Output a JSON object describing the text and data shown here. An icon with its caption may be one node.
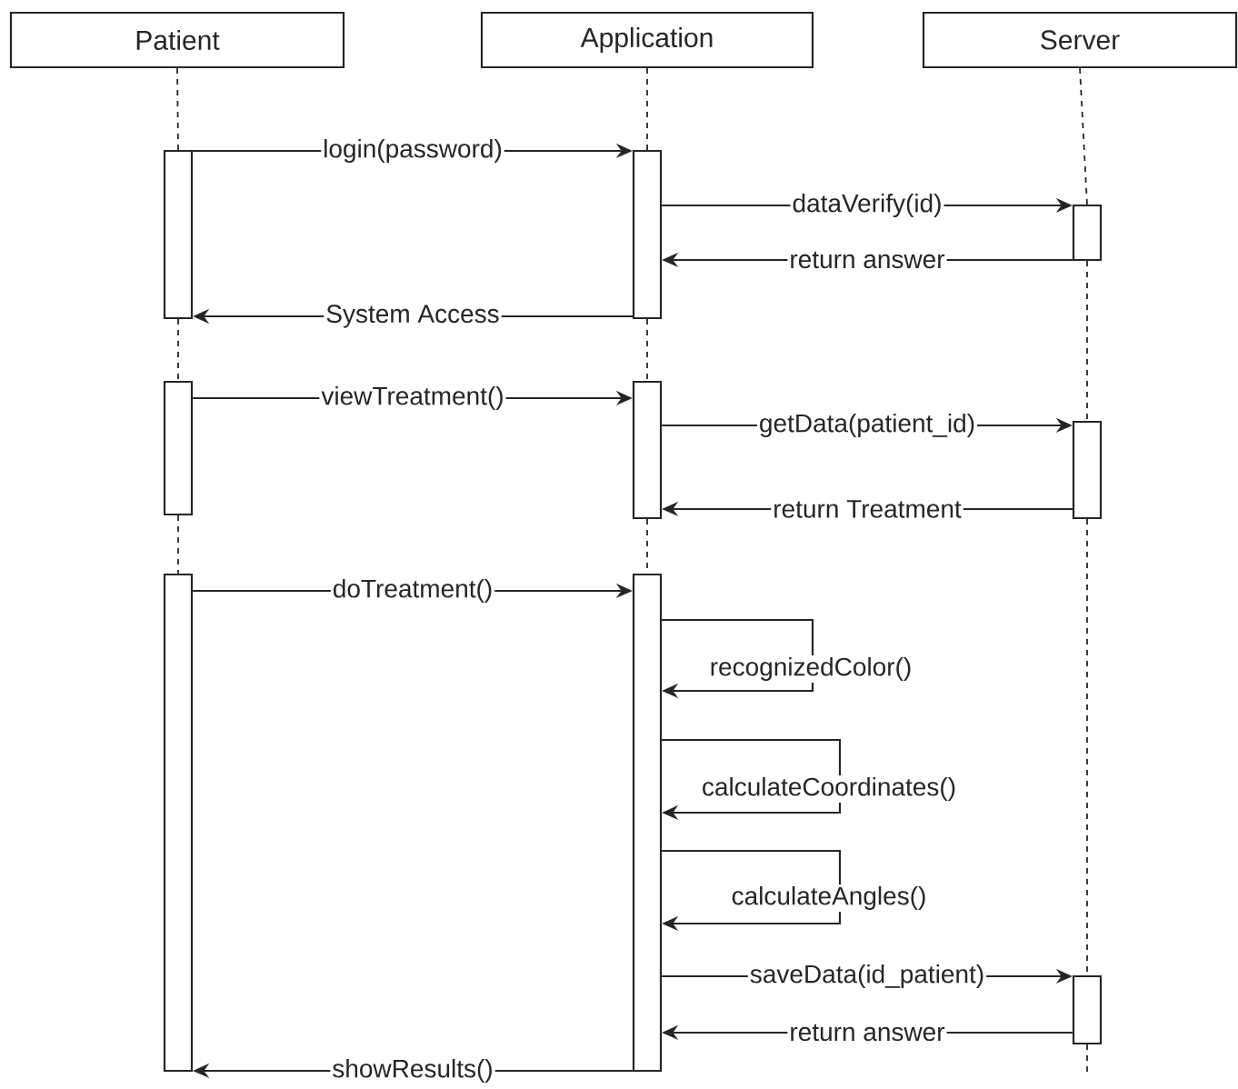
{
  "diagram": {
    "nodes": [
      {
        "text": [
          "Patient"
        ]
      },
      {
        "text": [
          "Application"
        ]
      },
      {
        "text": [
          "Server"
        ]
      },
      {
        "text": [],
        "shape": "box"
      },
      {
        "text": [],
        "shape": "box"
      },
      {
        "text": [],
        "shape": "box"
      },
      {
        "text": [],
        "shape": "box"
      },
      {
        "text": [],
        "shape": "box"
      },
      {
        "text": [],
        "shape": "box"
      },
      {
        "text": [],
        "shape": "box"
      },
      {
        "text": [],
        "shape": "box"
      },
      {
        "text": [],
        "shape": "box"
      }
    ],
    "edges": [
      {
        "from": 3,
        "to": 4,
        "arrow": "to",
        "label": "login(password)"
      },
      {
        "from": 4,
        "to": 5,
        "arrow": "to",
        "label": "dataVerify(id)"
      },
      {
        "from": 5,
        "to": 4,
        "arrow": "to",
        "label": "return answer"
      },
      {
        "from": 4,
        "to": 3,
        "arrow": "to",
        "label": "System Access"
      },
      {
        "from": 6,
        "to": 7,
        "arrow": "to",
        "label": "viewTreatment()"
      },
      {
        "from": 7,
        "to": 8,
        "arrow": "to",
        "label": "getData(patient_id)"
      },
      {
        "from": 8,
        "to": 7,
        "arrow": "to",
        "label": "return Treatment"
      },
      {
        "from": 9,
        "to": 10,
        "arrow": "to",
        "label": "doTreatment()"
      },
      {
        "from": 10,
        "to": 10,
        "arrow": "to",
        "label": "recognizedColor()"
      },
      {
        "from": 10,
        "to": 10,
        "arrow": "to",
        "label": "calculateCoordinates()"
      },
      {
        "from": 10,
        "to": 10,
        "arrow": "to",
        "label": "calculateAngles()"
      },
      {
        "from": 10,
        "to": 11,
        "arrow": "to",
        "label": "saveData(id_patient)"
      },
      {
        "from": 11,
        "to": 10,
        "arrow": "to",
        "label": "return answer"
      },
      {
        "from": 10,
        "to": 9,
        "arrow": "to",
        "label": "showResults()"
      },
      {
        "from": 0,
        "to": 3,
        "arrow": "none",
        "style": "dashed"
      },
      {
        "from": 3,
        "to": 6,
        "arrow": "none",
        "style": "dashed"
      },
      {
        "from": 6,
        "to": 9,
        "arrow": "none",
        "style": "dashed"
      },
      {
        "from": 1,
        "to": 4,
        "arrow": "none",
        "style": "dashed"
      },
      {
        "from": 4,
        "to": 7,
        "arrow": "none",
        "style": "dashed"
      },
      {
        "from": 7,
        "to": 10,
        "arrow": "none",
        "style": "dashed"
      },
      {
        "from": 2,
        "to": 5,
        "arrow": "none",
        "style": "dashed"
      },
      {
        "from": 5,
        "to": 8,
        "arrow": "none",
        "style": "dashed"
      },
      {
        "from": 8,
        "to": 11,
        "arrow": "none",
        "style": "dashed"
      },
      {
        "from": 11,
        "to": null,
        "arrow": "none",
        "style": "dashed"
      }
    ]
  }
}
